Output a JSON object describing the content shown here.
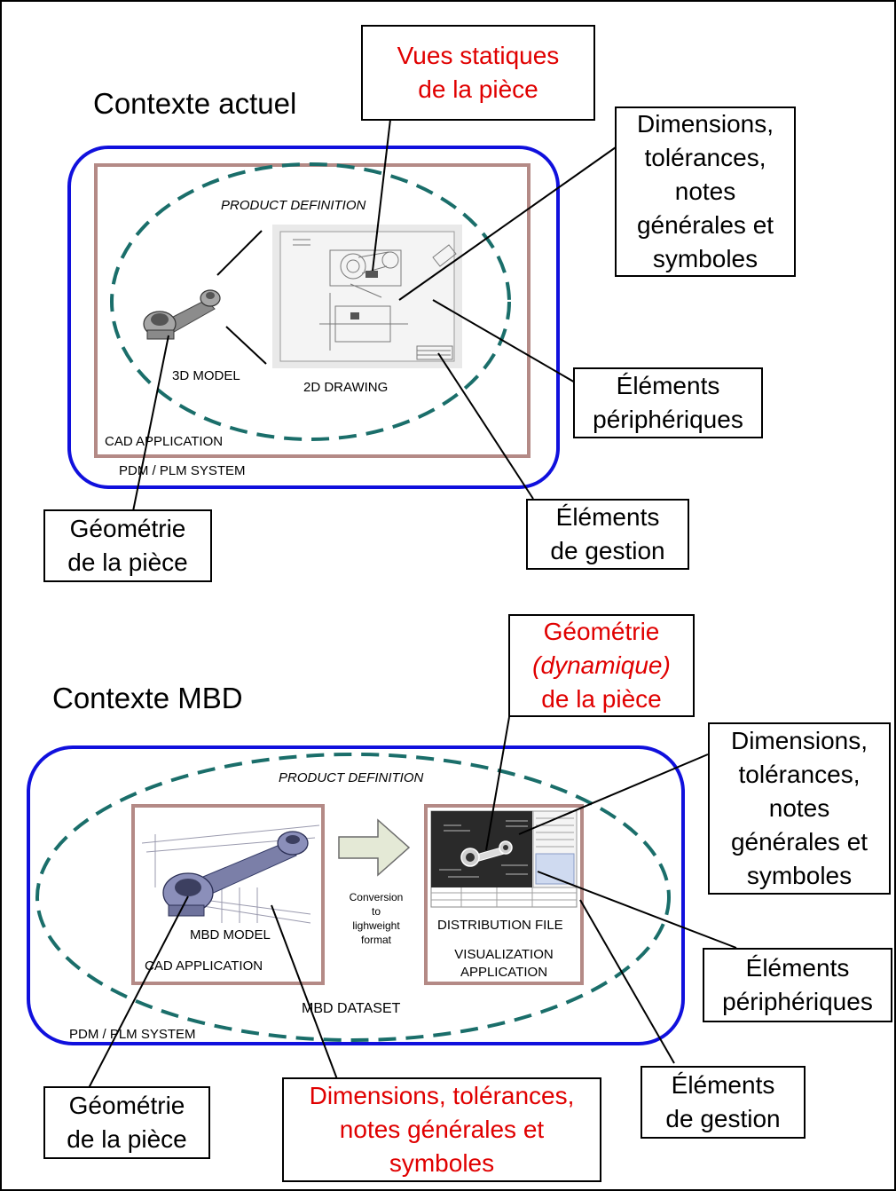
{
  "top": {
    "title": "Contexte actuel",
    "product_definition": "PRODUCT DEFINITION",
    "model_label": "3D MODEL",
    "drawing_label": "2D DRAWING",
    "cad_label": "CAD APPLICATION",
    "pdm_label": "PDM / PLM SYSTEM",
    "callout_static": [
      "Vues statiques",
      "de la pièce"
    ],
    "callout_dims": [
      "Dimensions,",
      "tolérances,",
      "notes",
      "générales et",
      "symboles"
    ],
    "callout_peri": [
      "Éléments",
      "périphériques"
    ],
    "callout_gest": [
      "Éléments",
      "de gestion"
    ],
    "callout_geo": [
      "Géométrie",
      "de la pièce"
    ]
  },
  "bottom": {
    "title": "Contexte MBD",
    "product_definition": "PRODUCT DEFINITION",
    "mbd_model_label": "MBD MODEL",
    "cad_label": "CAD APPLICATION",
    "conversion_label": [
      "Conversion",
      "to",
      "lighweight",
      "format"
    ],
    "distribution_label": "DISTRIBUTION FILE",
    "visualization_label": [
      "VISUALIZATION",
      "APPLICATION"
    ],
    "dataset_label": "MBD DATASET",
    "pdm_label": "PDM / PLM SYSTEM",
    "callout_geo_dyn": [
      "Géométrie",
      "(dynamique)",
      "de la pièce"
    ],
    "callout_dims": [
      "Dimensions,",
      "tolérances,",
      "notes",
      "générales et",
      "symboles"
    ],
    "callout_peri": [
      "Éléments",
      "périphériques"
    ],
    "callout_gest": [
      "Éléments",
      "de gestion"
    ],
    "callout_geo": [
      "Géométrie",
      "de la pièce"
    ],
    "callout_dims_red": [
      "Dimensions, tolérances,",
      "notes générales et",
      "symboles"
    ]
  },
  "colors": {
    "pdm_border": "#1010dd",
    "cad_border": "#b48a86",
    "dashed_ellipse": "#1a6e6a",
    "emphasis_text": "#e00000"
  }
}
